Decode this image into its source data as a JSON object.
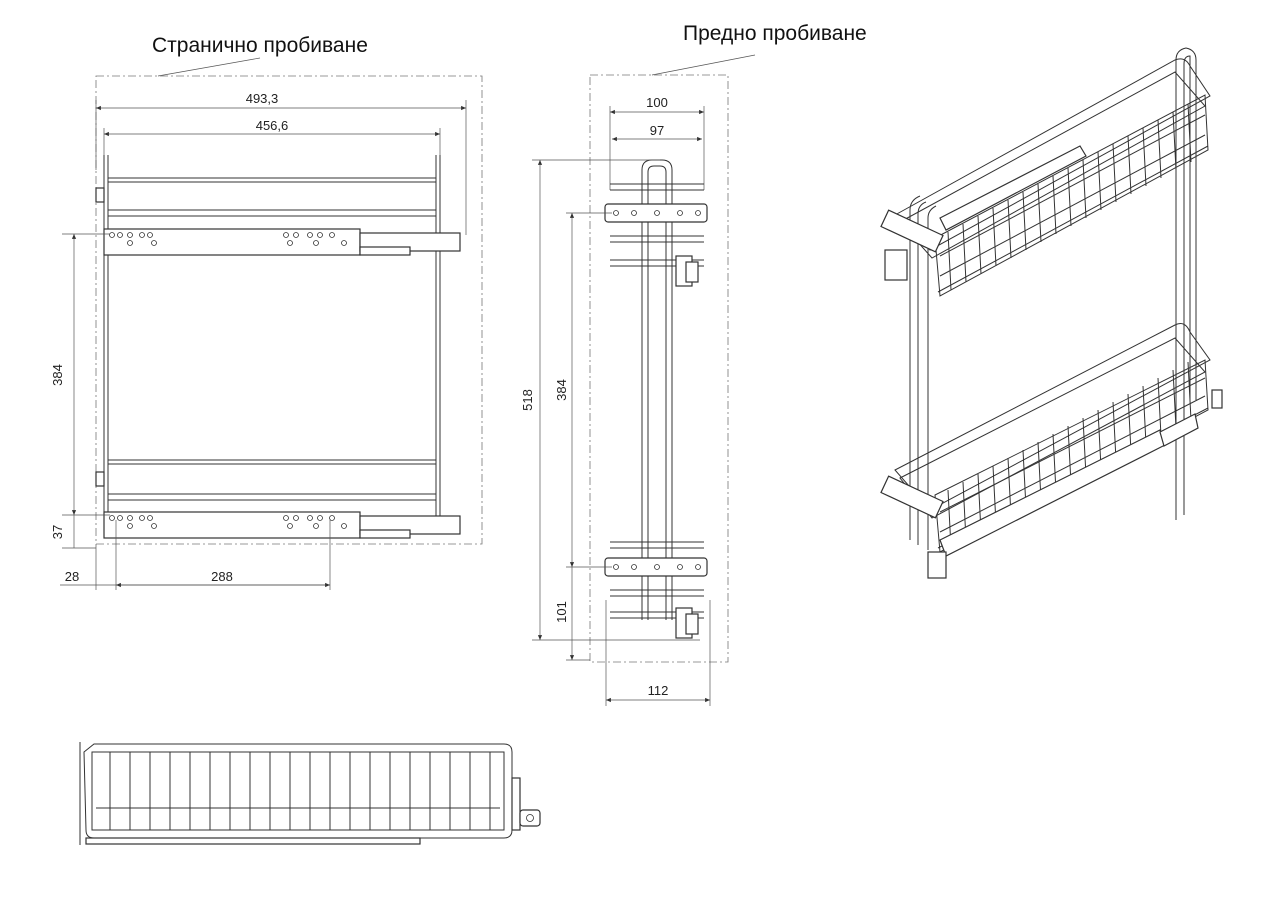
{
  "titles": {
    "side": "Странично пробиване",
    "front": "Предно пробиване"
  },
  "side_view": {
    "dims": {
      "total_width": "493,3",
      "inner_width": "456,6",
      "height_spacing": "384",
      "bottom_offset": "37",
      "left_offset": "28",
      "hole_spacing": "288"
    }
  },
  "front_view": {
    "dims": {
      "outer_width": "100",
      "inner_width": "97",
      "total_height": "518",
      "height_spacing": "384",
      "bottom_offset": "101",
      "bottom_width": "112"
    }
  }
}
